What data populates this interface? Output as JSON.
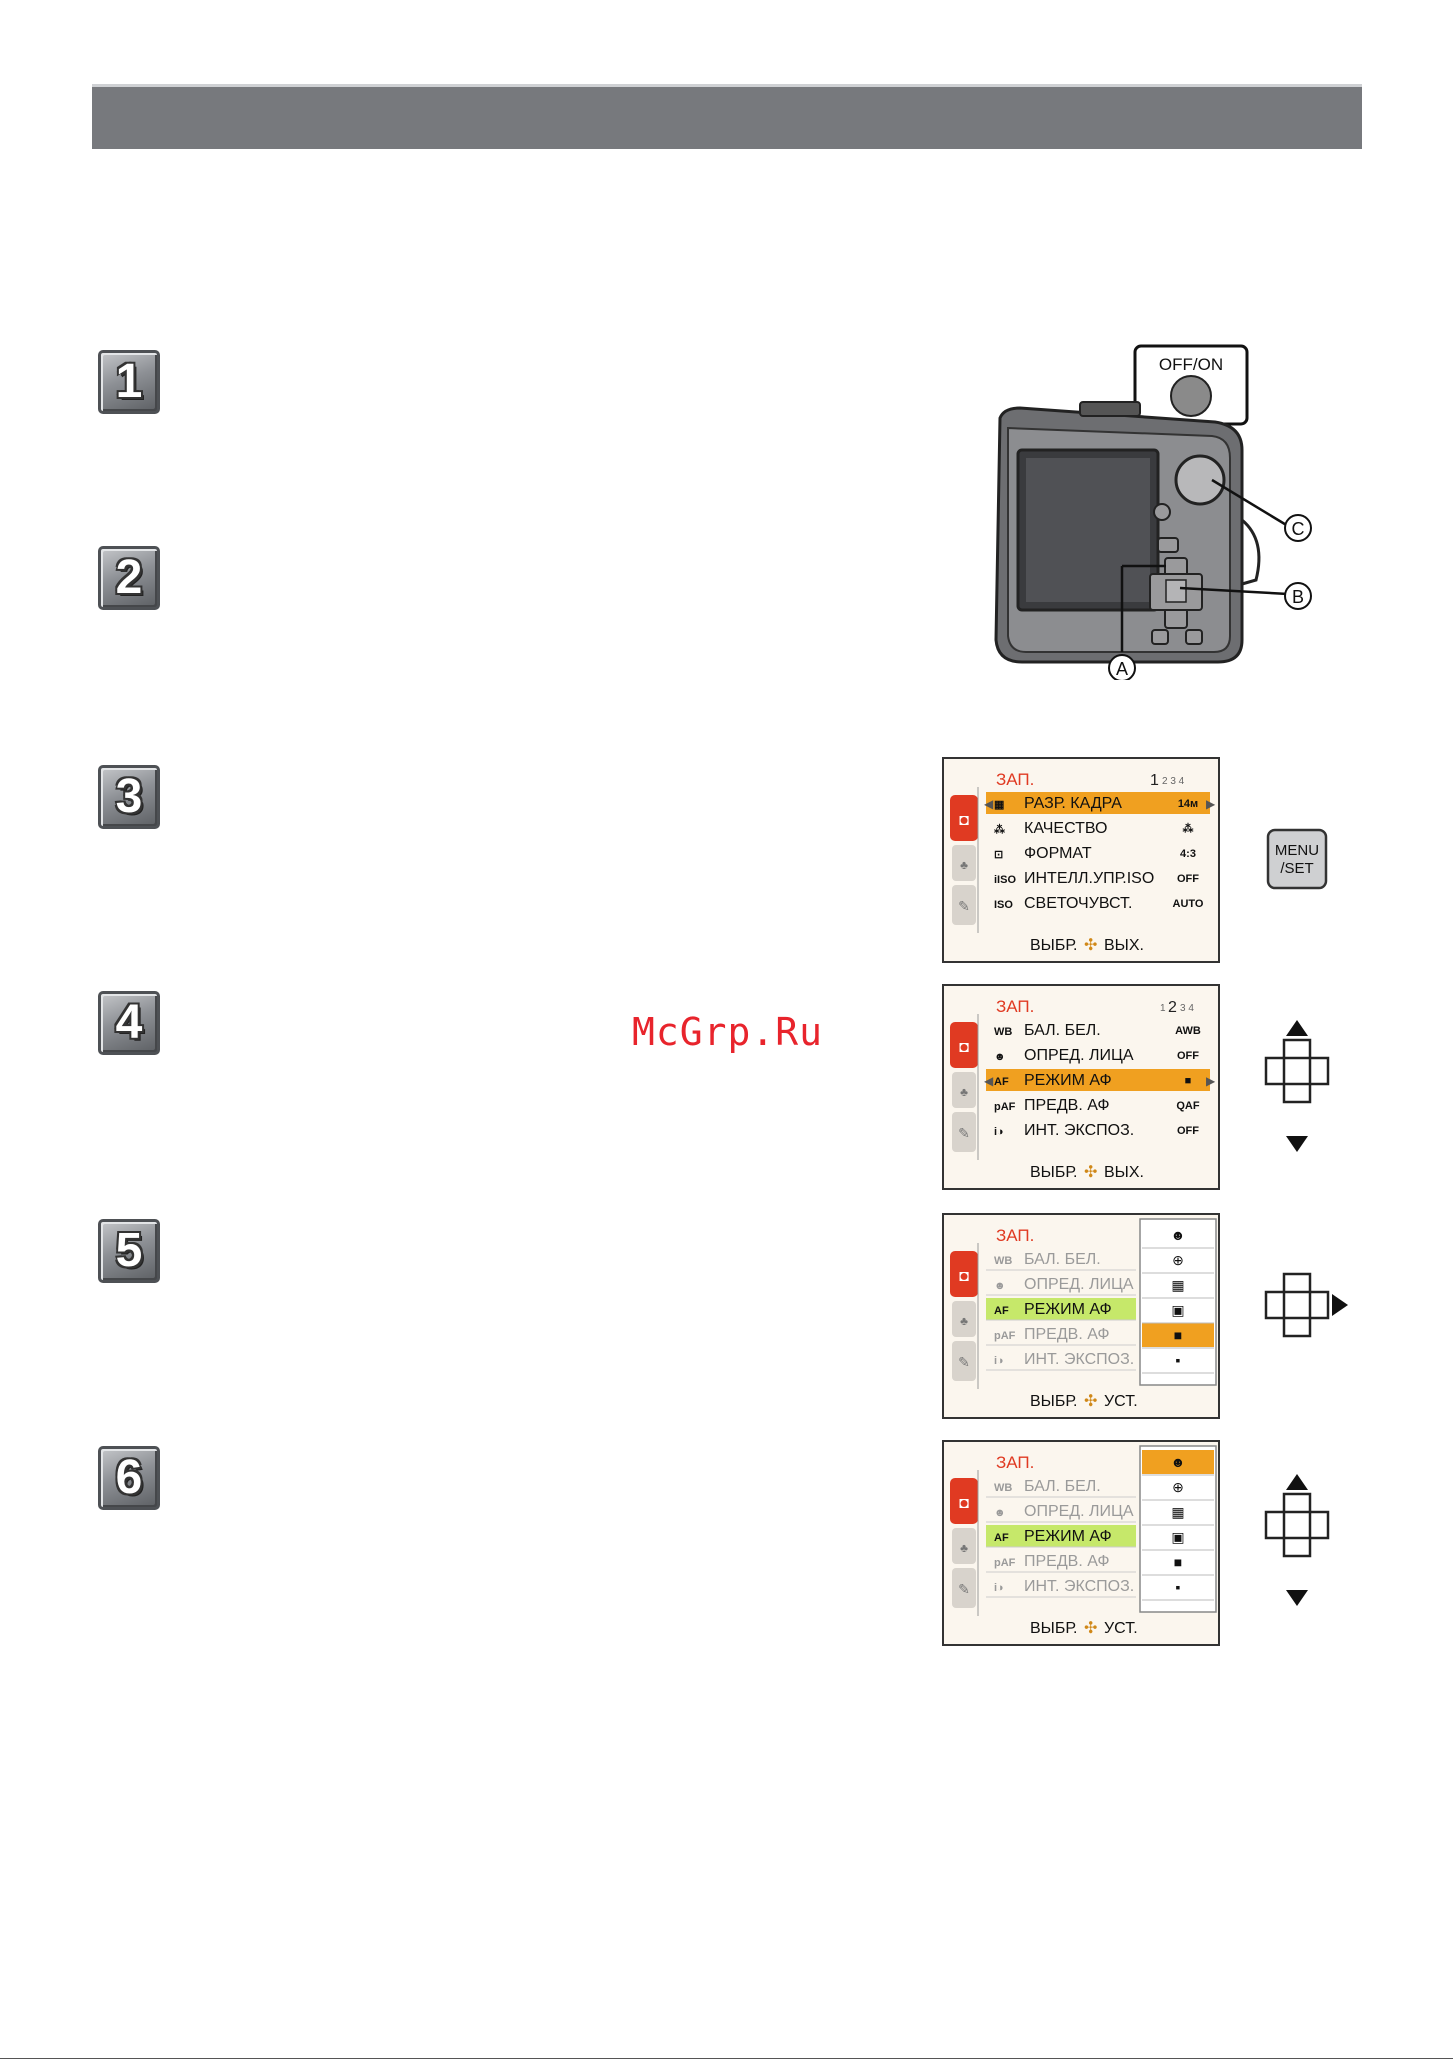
{
  "watermark": "McGrp.Ru",
  "steps": [
    "1",
    "2",
    "3",
    "4",
    "5",
    "6"
  ],
  "camera": {
    "power_label": "OFF/ON",
    "callout_a": "A",
    "callout_b": "B",
    "callout_c": "C"
  },
  "menu_button": {
    "line1": "MENU",
    "line2": "/SET"
  },
  "screens": {
    "s3": {
      "title": "ЗАП.",
      "page": "1",
      "page_rest": "2 3 4",
      "rows": [
        {
          "icon": "▦",
          "label": "РАЗР. КАДРА",
          "value": "14м"
        },
        {
          "icon": "⁂",
          "label": "КАЧЕСТВО",
          "value": "⁂"
        },
        {
          "icon": "⊡",
          "label": "ФОРМАТ",
          "value": "4:3"
        },
        {
          "icon": "iISO",
          "label": "ИНТЕЛЛ.УПР.ISO",
          "value": "OFF"
        },
        {
          "icon": "ISO",
          "label": "СВЕТОЧУВСТ.",
          "value": "AUTO"
        }
      ],
      "footer_left": "ВЫБР.",
      "footer_right": "ВЫХ."
    },
    "s4": {
      "title": "ЗАП.",
      "page_pre": "1",
      "page": "2",
      "page_rest": "3 4",
      "rows": [
        {
          "icon": "WB",
          "label": "БАЛ. БЕЛ.",
          "value": "AWB"
        },
        {
          "icon": "☻",
          "label": "ОПРЕД. ЛИЦА",
          "value": "OFF"
        },
        {
          "icon": "AF",
          "label": "РЕЖИМ АФ",
          "value": "■"
        },
        {
          "icon": "pAF",
          "label": "ПРЕДВ. АФ",
          "value": "QAF"
        },
        {
          "icon": "i◑",
          "label": "ИНТ. ЭКСПОЗ.",
          "value": "OFF"
        }
      ],
      "footer_left": "ВЫБР.",
      "footer_right": "ВЫХ."
    },
    "s5": {
      "title": "ЗАП.",
      "rows": [
        {
          "icon": "WB",
          "label": "БАЛ. БЕЛ."
        },
        {
          "icon": "☻",
          "label": "ОПРЕД. ЛИЦА"
        },
        {
          "icon": "AF",
          "label": "РЕЖИМ АФ"
        },
        {
          "icon": "pAF",
          "label": "ПРЕДВ. АФ"
        },
        {
          "icon": "i◑",
          "label": "ИНТ. ЭКСПОЗ."
        }
      ],
      "options": [
        "☻",
        "⊕",
        "▦",
        "▣",
        "■",
        "▪"
      ],
      "footer_left": "ВЫБР.",
      "footer_right": "УСТ."
    },
    "s6": {
      "title": "ЗАП.",
      "rows": [
        {
          "icon": "WB",
          "label": "БАЛ. БЕЛ."
        },
        {
          "icon": "☻",
          "label": "ОПРЕД. ЛИЦА"
        },
        {
          "icon": "AF",
          "label": "РЕЖИМ АФ"
        },
        {
          "icon": "pAF",
          "label": "ПРЕДВ. АФ"
        },
        {
          "icon": "i◑",
          "label": "ИНТ. ЭКСПОЗ."
        }
      ],
      "options": [
        "☻",
        "⊕",
        "▦",
        "▣",
        "■",
        "▪"
      ],
      "footer_left": "ВЫБР.",
      "footer_right": "УСТ."
    }
  },
  "colors": {
    "highlight": "#f0a020",
    "selected_row": "#c6e86a",
    "header_bar": "#77797d",
    "watermark": "#e8242c"
  }
}
